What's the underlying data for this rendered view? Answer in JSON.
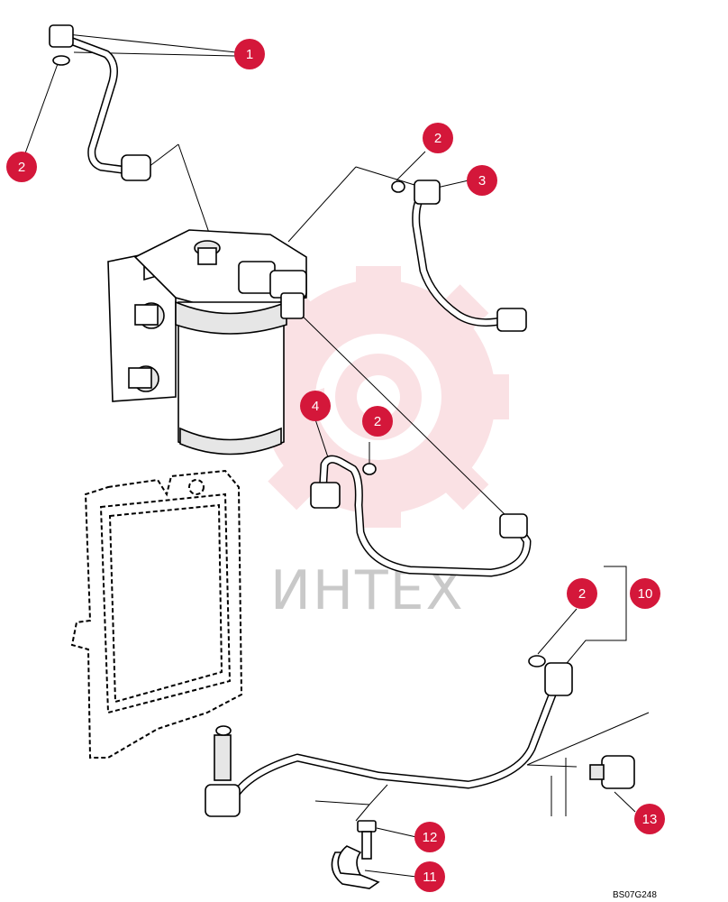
{
  "diagram": {
    "drawing_code": "BS07G248",
    "watermark_text": "ИНТЕХ",
    "callout_color": "#d4173a",
    "callouts": [
      "1",
      "2",
      "2",
      "2",
      "3",
      "4",
      "2",
      "2",
      "10",
      "12",
      "11",
      "13"
    ]
  }
}
